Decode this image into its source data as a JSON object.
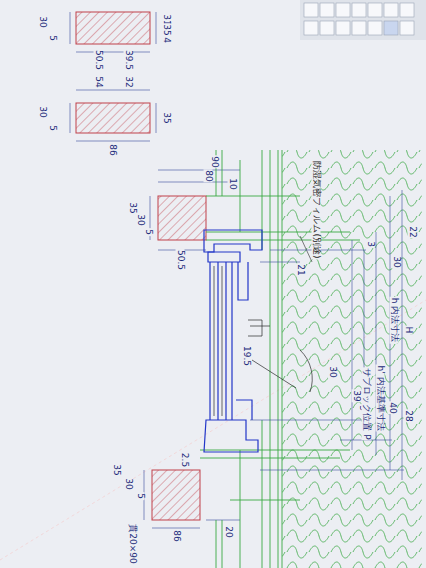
{
  "diagram": {
    "labels": [
      "30",
      "5",
      "50.5",
      "39.5",
      "31",
      "35",
      "4",
      "54",
      "32",
      "30",
      "5",
      "35",
      "86",
      "90",
      "80",
      "10",
      "35",
      "30",
      "5",
      "50.5",
      "防湿気密フィルム(別途)",
      "3",
      "22",
      "21",
      "30",
      "19.5",
      "30",
      "39",
      "3",
      "40",
      "28",
      "サブロック位置 P",
      "h' 内法基準寸法",
      "h 内法寸法",
      "H",
      "2.5",
      "35",
      "30",
      "5",
      "86",
      "20",
      "貫20×90"
    ]
  }
}
